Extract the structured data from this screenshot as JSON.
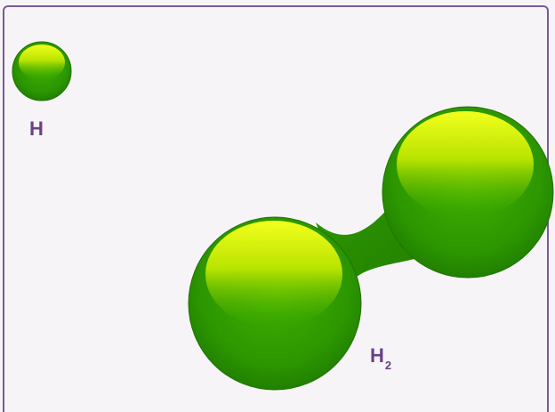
{
  "atom_label": "H",
  "molecule_label": {
    "symbol": "H",
    "subscript": "2"
  },
  "colors": {
    "sphere_highlight": "#e6ff12",
    "sphere_mid": "#3fb000",
    "sphere_dark": "#1d7a00",
    "label": "#6b4088",
    "border": "#7a5a92",
    "background": "#f7f4f8"
  }
}
